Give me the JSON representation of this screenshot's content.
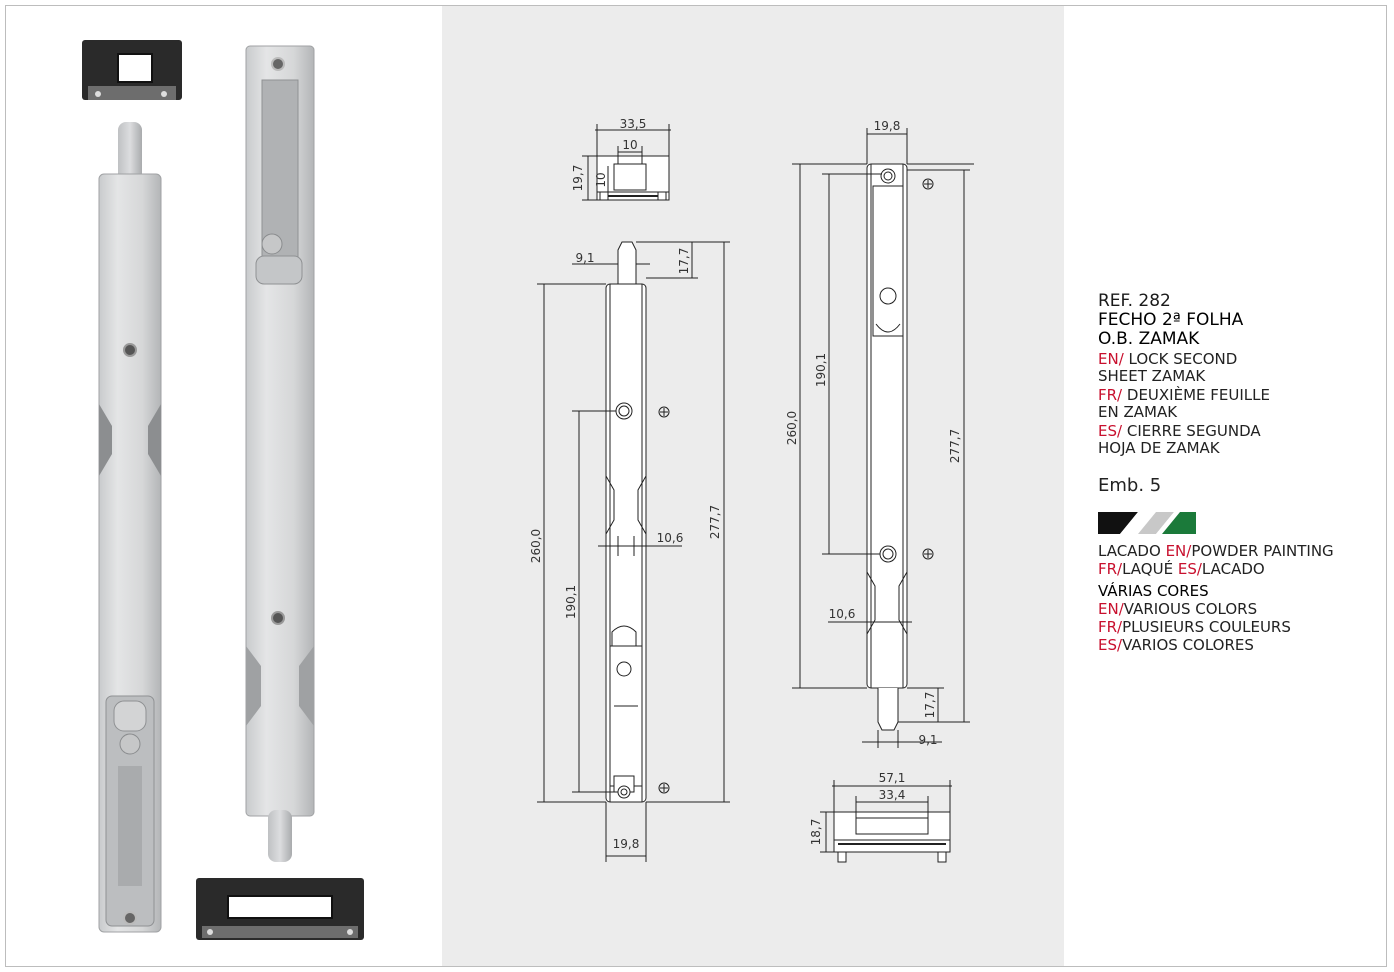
{
  "product": {
    "ref_label": "REF.",
    "ref_number": "282",
    "title_line1": "FECHO 2ª FOLHA",
    "title_line2": "O.B. ZAMAK",
    "en_code": "EN/",
    "en_line1": "LOCK SECOND",
    "en_line2": "SHEET ZAMAK",
    "fr_code": "FR/",
    "fr_line1": "DEUXIÈME FEUILLE",
    "fr_line2": "EN ZAMAK",
    "es_code": "ES/",
    "es_line1": "CIERRE SEGUNDA",
    "es_line2": "HOJA DE ZAMAK",
    "emb_label": "Emb.",
    "emb_value": "5"
  },
  "finish": {
    "lacado": "LACADO",
    "en_code": "EN/",
    "en_text": "POWDER PAINTING",
    "fr_code": "FR/",
    "fr_text": "LAQUÉ",
    "es_code": "ES/",
    "es_text": "LACADO",
    "colors": [
      "#111111",
      "#ffffff",
      "#c8c8c8",
      "#ffffff",
      "#1b7a3a"
    ]
  },
  "varias": {
    "heading": "VÁRIAS CORES",
    "en_code": "EN/",
    "en_text": "VARIOUS COLORS",
    "fr_code": "FR/",
    "fr_text": "PLUSIEURS COULEURS",
    "es_code": "ES/",
    "es_text": "VARIOS COLORES"
  },
  "dimensions": {
    "top_width": "33,5",
    "top_inner": "10",
    "top_height": "19,7",
    "top_inner_h": "10",
    "pin_width": "9,1",
    "pin_len": "17,7",
    "body_len": "260,0",
    "overall_len": "277,7",
    "hole_spacing": "190,1",
    "notch_width": "10,6",
    "body_width": "19,8",
    "bottom_width": "57,1",
    "bottom_inner": "33,4",
    "bottom_height": "18,7"
  }
}
